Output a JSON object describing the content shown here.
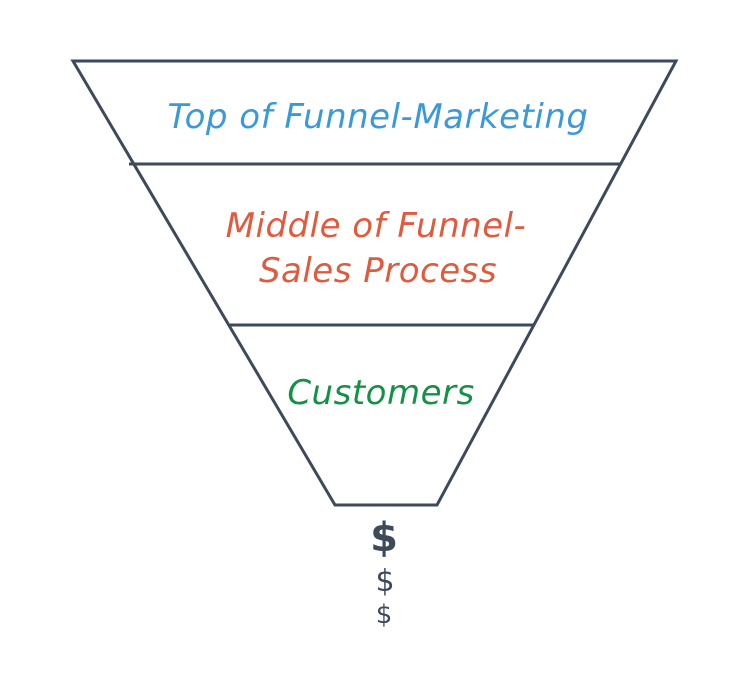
{
  "colors": {
    "outline": "#3d4a5c",
    "top_text": "#3a9ad9",
    "middle_text": "#e05a3e",
    "bottom_text": "#159147",
    "dollar": "#3d4a5c"
  },
  "funnel": {
    "stages": [
      {
        "lines": [
          "Top of Funnel-Marketing"
        ],
        "color": "#3a9ad9"
      },
      {
        "lines": [
          "Middle of Funnel-",
          "Sales Process"
        ],
        "color": "#e05a3e"
      },
      {
        "lines": [
          "Customers"
        ],
        "color": "#159147"
      }
    ]
  },
  "output": {
    "symbols": [
      "$",
      "$",
      "$"
    ]
  }
}
